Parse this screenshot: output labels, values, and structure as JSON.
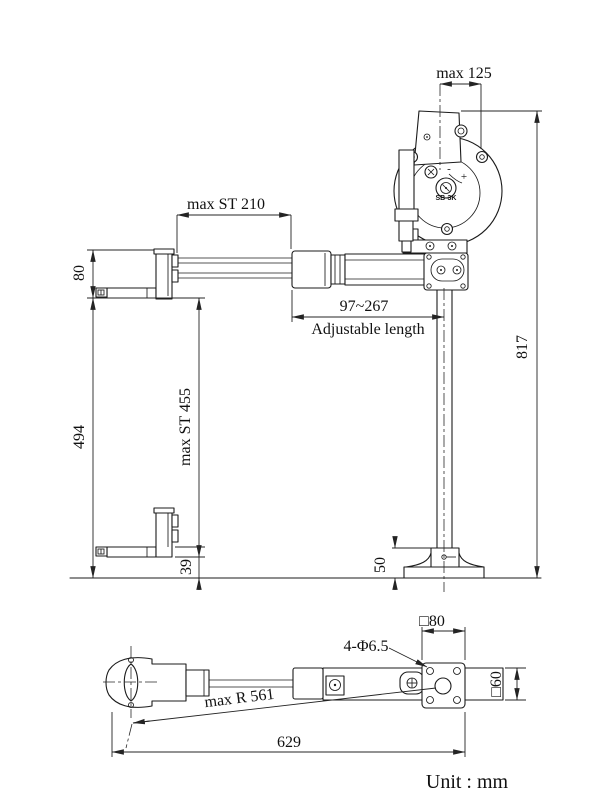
{
  "unit_label": "Unit : mm",
  "front_view": {
    "balancer_model": "SB-3K",
    "tension_minus": "-",
    "tension_plus": "+",
    "dims": {
      "head_width": "max 125",
      "arm_stroke": "max ST 210",
      "adjustable_range": "97~267",
      "adjustable_caption": "Adjustable length",
      "bracket_height": "80",
      "drop_total": "494",
      "vertical_stroke": "max ST 455",
      "foot_to_base": "39",
      "base_height": "50",
      "overall_height": "817"
    }
  },
  "top_view": {
    "dims": {
      "swing_radius": "max R 561",
      "overall_length": "629",
      "mounting_holes": "4-Φ6.5",
      "plate_size": "□80",
      "arm_width": "□60"
    }
  }
}
